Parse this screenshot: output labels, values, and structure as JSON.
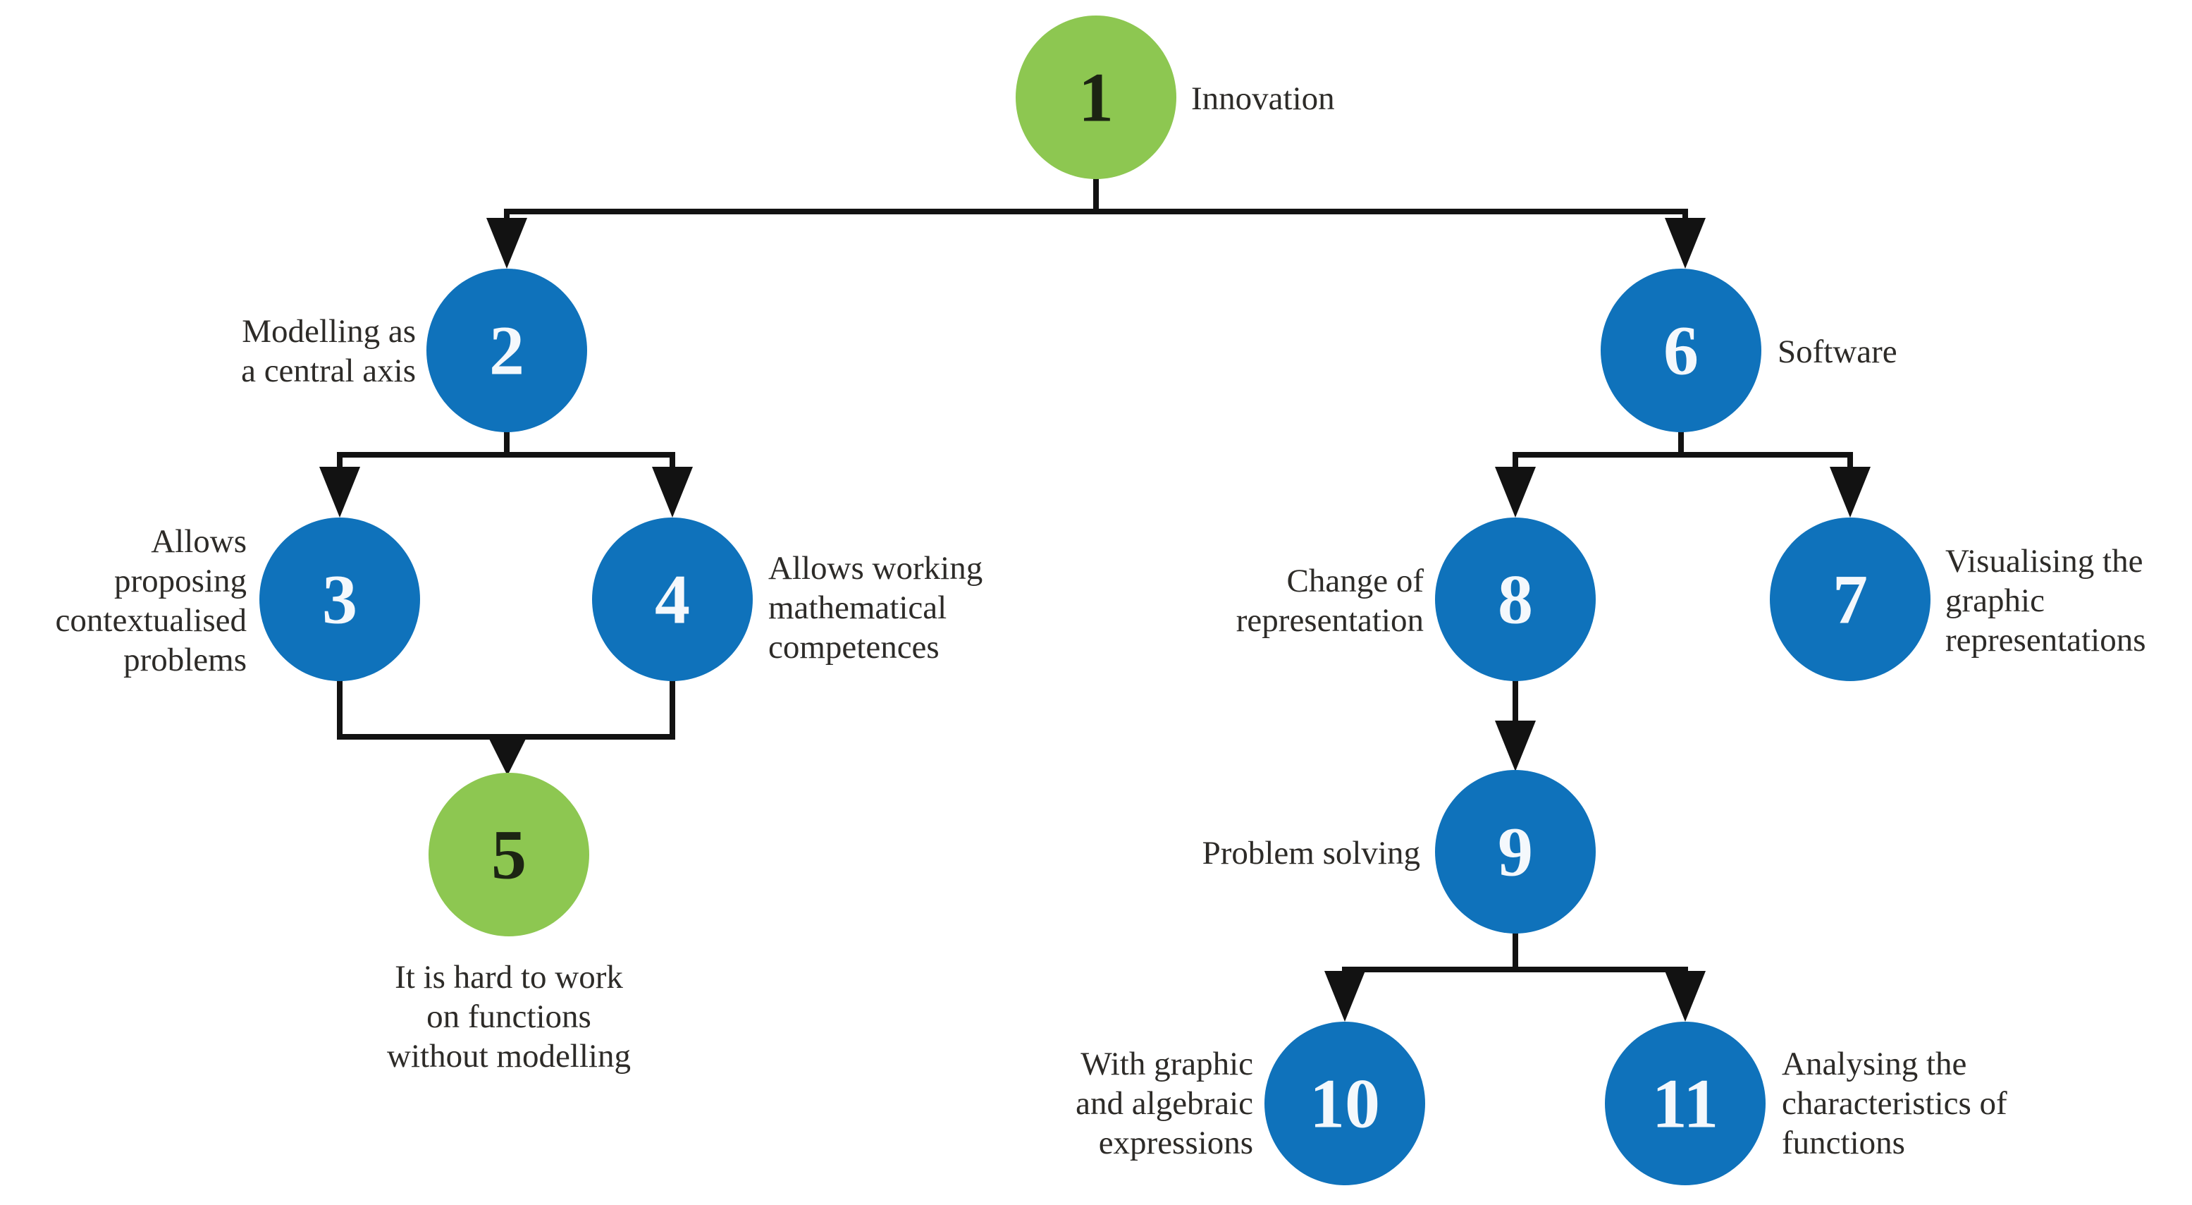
{
  "figure": {
    "title": "Concept tree diagram",
    "colors": {
      "green": "#8dc751",
      "blue": "#0f72bb",
      "line": "#121212",
      "label_text": "#2d2b28",
      "number_on_green": "#1c2413",
      "number_on_blue": "#f4f8fc"
    },
    "nodes": [
      {
        "id": "1",
        "number": "1",
        "color": "green",
        "label": "Innovation",
        "label_side": "right",
        "label_lines": [
          "Innovation"
        ]
      },
      {
        "id": "2",
        "number": "2",
        "color": "blue",
        "label": "Modelling as a central axis",
        "label_side": "left",
        "label_lines": [
          "Modelling as",
          "a central axis"
        ]
      },
      {
        "id": "3",
        "number": "3",
        "color": "blue",
        "label": "Allows proposing contextualised problems",
        "label_side": "left",
        "label_lines": [
          "Allows",
          "proposing",
          "contextualised",
          "problems"
        ]
      },
      {
        "id": "4",
        "number": "4",
        "color": "blue",
        "label": "Allows working mathematical competences",
        "label_side": "right",
        "label_lines": [
          "Allows working",
          "mathematical",
          "competences"
        ]
      },
      {
        "id": "5",
        "number": "5",
        "color": "green",
        "label": "It is hard to work on functions without modelling",
        "label_side": "below",
        "label_lines": [
          "It is hard to work",
          "on functions",
          "without modelling"
        ]
      },
      {
        "id": "6",
        "number": "6",
        "color": "blue",
        "label": "Software",
        "label_side": "right",
        "label_lines": [
          "Software"
        ]
      },
      {
        "id": "7",
        "number": "7",
        "color": "blue",
        "label": "Visualising the graphic representations",
        "label_side": "right",
        "label_lines": [
          "Visualising the",
          "graphic",
          "representations"
        ]
      },
      {
        "id": "8",
        "number": "8",
        "color": "blue",
        "label": "Change of representation",
        "label_side": "left",
        "label_lines": [
          "Change of",
          "representation"
        ]
      },
      {
        "id": "9",
        "number": "9",
        "color": "blue",
        "label": "Problem solving",
        "label_side": "left",
        "label_lines": [
          "Problem solving"
        ]
      },
      {
        "id": "10",
        "number": "10",
        "color": "blue",
        "label": "With graphic and algebraic expressions",
        "label_side": "left",
        "label_lines": [
          "With graphic",
          "and algebraic",
          "expressions"
        ]
      },
      {
        "id": "11",
        "number": "11",
        "color": "blue",
        "label": "Analysing the characteristics of functions",
        "label_side": "right",
        "label_lines": [
          "Analysing the",
          "characteristics of",
          "functions"
        ]
      }
    ],
    "edges": [
      {
        "from": "1",
        "to": "2"
      },
      {
        "from": "1",
        "to": "6"
      },
      {
        "from": "2",
        "to": "3"
      },
      {
        "from": "2",
        "to": "4"
      },
      {
        "from": "3",
        "to": "5"
      },
      {
        "from": "4",
        "to": "5"
      },
      {
        "from": "6",
        "to": "8"
      },
      {
        "from": "6",
        "to": "7"
      },
      {
        "from": "8",
        "to": "9"
      },
      {
        "from": "9",
        "to": "10"
      },
      {
        "from": "9",
        "to": "11"
      }
    ]
  }
}
